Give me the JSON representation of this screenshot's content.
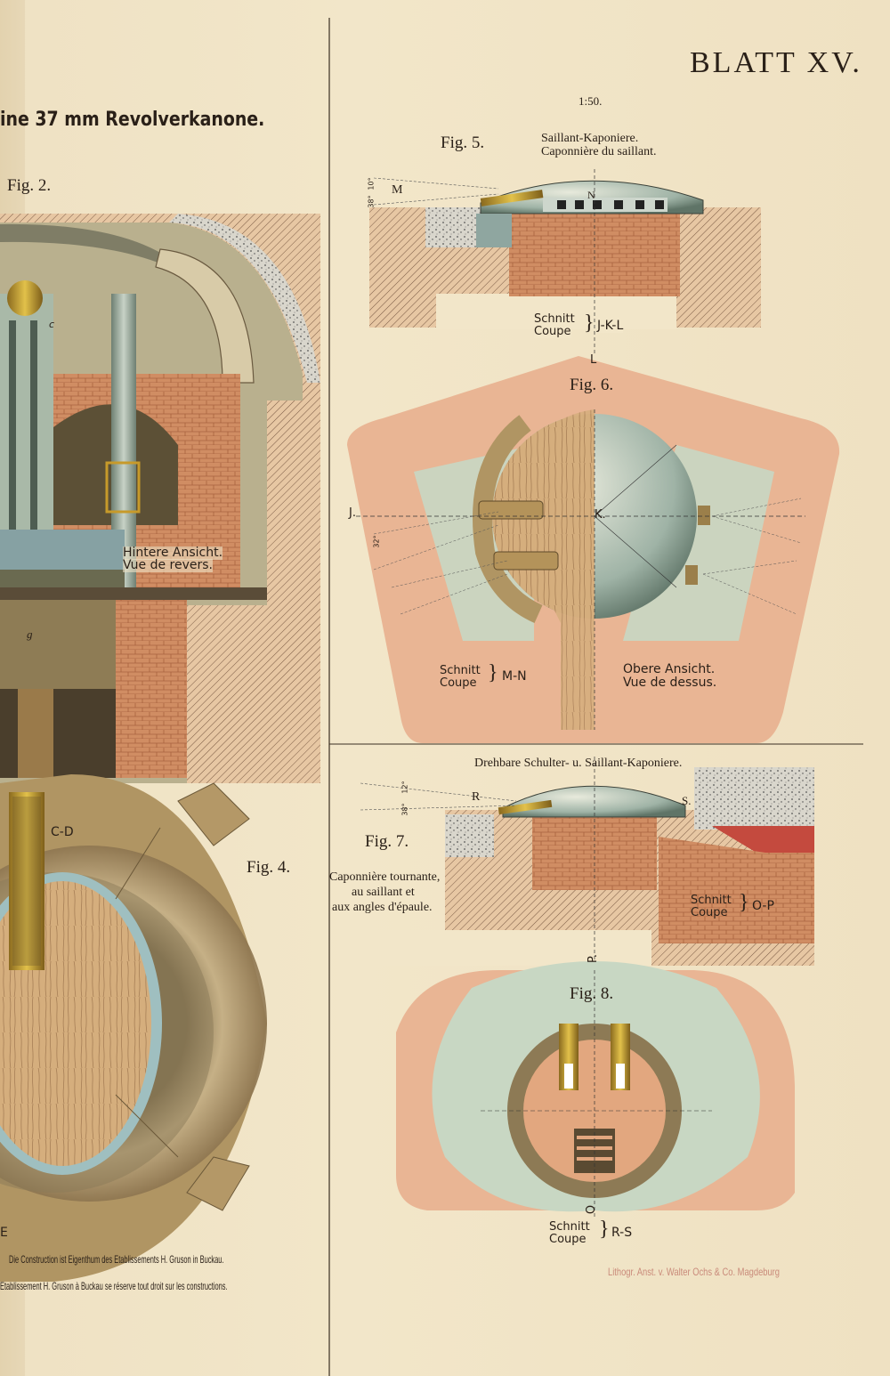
{
  "sheet": {
    "blatt": "BLATT XV.",
    "title": "ine 37 mm Revolverkanone.",
    "scale": "1:50.",
    "colors": {
      "paper": "#efe3c6",
      "brick": "#c9845b",
      "earth": "#e9b594",
      "steel": "#9fb3a6",
      "cast": "#b39763",
      "wood": "#cfa977"
    }
  },
  "left": {
    "fig2": "Fig. 2.",
    "fig4": "Fig. 4.",
    "view_de": "Hintere Ansicht.",
    "view_fr": "Vue de revers.",
    "c_d": "C-D",
    "letter_c": "c",
    "letter_g": "g",
    "letter_e": "E",
    "note_de": "Die Construction ist Eigenthum des Etablissements H. Gruson in Buckau.",
    "note_fr": "Etablissement H. Gruson à Buckau se réserve tout droit sur les constructions."
  },
  "fig5": {
    "label": "Fig. 5.",
    "caption_de": "Saillant-Kaponiere.",
    "caption_fr": "Caponnière du saillant.",
    "letter_m": "M",
    "letter_n": "N",
    "schnitt": "Schnitt",
    "coupe": "Coupe",
    "section": "J-K-L",
    "angle_a": "38°",
    "angle_b": "10°"
  },
  "fig6": {
    "label": "Fig. 6.",
    "letter_l": "L",
    "letter_j": "J.",
    "letter_k": "K.",
    "angle": "32°",
    "schnitt": "Schnitt",
    "coupe": "Coupe",
    "section": "M-N",
    "top_de": "Obere Ansicht.",
    "top_fr": "Vue de dessus."
  },
  "fig7": {
    "caption": "Drehbare Schulter- u. Saillant-Kaponiere.",
    "label": "Fig. 7.",
    "letter_r": "R",
    "letter_s": "S.",
    "fr_1": "Caponnière tournante,",
    "fr_2": "au saillant et",
    "fr_3": "aux angles d'épaule.",
    "schnitt": "Schnitt",
    "coupe": "Coupe",
    "section": "O-P",
    "angle_a": "38°",
    "angle_b": "12°"
  },
  "fig8": {
    "label": "Fig. 8.",
    "letter_p": "P.",
    "letter_o": "O",
    "schnitt": "Schnitt",
    "coupe": "Coupe",
    "section": "R-S"
  },
  "imprint": "Lithogr. Anst. v. Walter Ochs & Co. Magdeburg"
}
